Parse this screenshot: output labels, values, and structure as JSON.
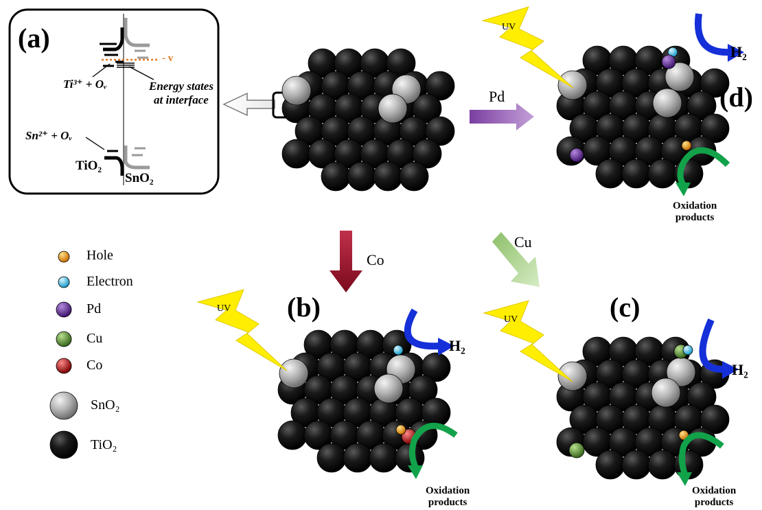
{
  "colors": {
    "tio2": "#111111",
    "sno2": "#b4b4b4",
    "hole": "#e8941a",
    "electron": "#39c6ef",
    "pd": "#6a2fa0",
    "cu": "#5f9a38",
    "co": "#c01414",
    "uv": "#ffee00",
    "h2_arrow": "#1530d8",
    "ox_arrow": "#12a24a",
    "pd_arrow": "#9b62b8",
    "co_arrow": "#a0182e",
    "cu_arrow": "#a9d08c",
    "band_orange": "#e07a22"
  },
  "panel_a": {
    "letter": "(a)",
    "label_ti": "Ti³⁺ + Oᵥ",
    "label_energy": "Energy states",
    "label_interface": "at interface",
    "label_sn": "Sn²⁺ + Oᵥ",
    "label_tio2": "TiO₂",
    "label_sno2": "SnO₂",
    "label_v": "- v"
  },
  "panels": {
    "b": {
      "letter": "(b)",
      "dopant": "Co"
    },
    "c": {
      "letter": "(c)",
      "dopant": "Cu"
    },
    "d": {
      "letter": "(d)",
      "dopant": "Pd"
    }
  },
  "arrows": {
    "pd": "Pd",
    "co": "Co",
    "cu": "Cu"
  },
  "uv_label": "UV",
  "h2_label": "H₂",
  "oxidation_line1": "Oxidation",
  "oxidation_line2": "products",
  "legend": [
    {
      "label": "Hole",
      "color_key": "hole"
    },
    {
      "label": "Electron",
      "color_key": "electron"
    },
    {
      "label": "Pd",
      "color_key": "pd"
    },
    {
      "label": "Cu",
      "color_key": "cu"
    },
    {
      "label": "Co",
      "color_key": "co"
    },
    {
      "label": "SnO₂",
      "color_key": "sno2"
    },
    {
      "label": "TiO₂",
      "color_key": "tio2"
    }
  ]
}
